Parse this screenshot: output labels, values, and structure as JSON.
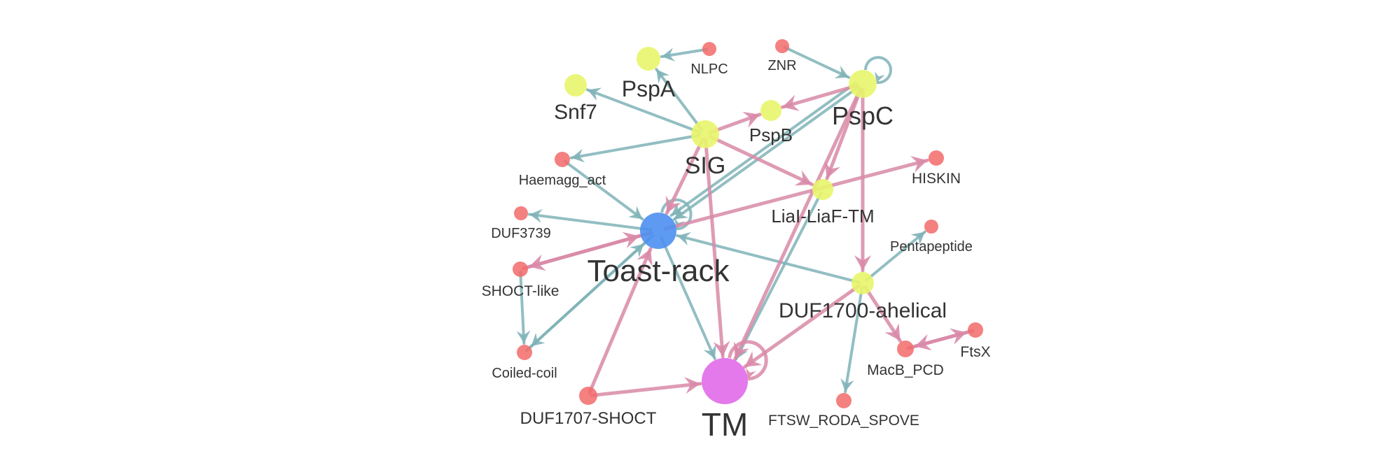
{
  "colors": {
    "teal_edge": "#7fb3b8",
    "pink_edge": "#d98aa8",
    "yellow_node": "#e8f56a",
    "red_node": "#f26a6a",
    "blue_node": "#4d8ff0",
    "magenta_node": "#e06ae8",
    "label": "#333333"
  },
  "nodes": [
    {
      "id": "TM",
      "label": "TM",
      "kind": "magenta"
    },
    {
      "id": "Toast-rack",
      "label": "Toast-rack",
      "kind": "blue"
    },
    {
      "id": "SIG",
      "label": "SIG",
      "kind": "yellow"
    },
    {
      "id": "PspC",
      "label": "PspC",
      "kind": "yellow"
    },
    {
      "id": "PspA",
      "label": "PspA",
      "kind": "yellow"
    },
    {
      "id": "PspB",
      "label": "PspB",
      "kind": "yellow"
    },
    {
      "id": "Snf7",
      "label": "Snf7",
      "kind": "yellow"
    },
    {
      "id": "LiaI-LiaF-TM",
      "label": "LiaI-LiaF-TM",
      "kind": "yellow"
    },
    {
      "id": "DUF1700-ahelical",
      "label": "DUF1700-ahelical",
      "kind": "yellow"
    },
    {
      "id": "NLPC",
      "label": "NLPC",
      "kind": "red"
    },
    {
      "id": "ZNR",
      "label": "ZNR",
      "kind": "red"
    },
    {
      "id": "HISKIN",
      "label": "HISKIN",
      "kind": "red"
    },
    {
      "id": "Haemagg_act",
      "label": "Haemagg_act",
      "kind": "red"
    },
    {
      "id": "DUF3739",
      "label": "DUF3739",
      "kind": "red"
    },
    {
      "id": "SHOCT-like",
      "label": "SHOCT-like",
      "kind": "red"
    },
    {
      "id": "Coiled-coil",
      "label": "Coiled-coil",
      "kind": "red"
    },
    {
      "id": "DUF1707-SHOCT",
      "label": "DUF1707-SHOCT",
      "kind": "red"
    },
    {
      "id": "Pentapeptide",
      "label": "Pentapeptide",
      "kind": "red"
    },
    {
      "id": "MacB_PCD",
      "label": "MacB_PCD",
      "kind": "red"
    },
    {
      "id": "FtsX",
      "label": "FtsX",
      "kind": "red"
    },
    {
      "id": "FTSW_RODA_SPOVE",
      "label": "FTSW_RODA_SPOVE",
      "kind": "red"
    }
  ],
  "edges": [
    {
      "from": "NLPC",
      "to": "PspA",
      "color": "teal"
    },
    {
      "from": "SIG",
      "to": "PspA",
      "color": "teal"
    },
    {
      "from": "SIG",
      "to": "Snf7",
      "color": "teal"
    },
    {
      "from": "SIG",
      "to": "Haemagg_act",
      "color": "teal"
    },
    {
      "from": "ZNR",
      "to": "PspC",
      "color": "teal"
    },
    {
      "from": "PspC",
      "to": "PspC",
      "color": "teal",
      "loop": true
    },
    {
      "from": "PspC",
      "to": "Toast-rack",
      "color": "teal"
    },
    {
      "from": "PspC",
      "to": "Toast-rack",
      "color": "teal",
      "variant": 2
    },
    {
      "from": "Haemagg_act",
      "to": "Toast-rack",
      "color": "teal"
    },
    {
      "from": "Toast-rack",
      "to": "DUF3739",
      "color": "teal"
    },
    {
      "from": "Toast-rack",
      "to": "Toast-rack",
      "color": "teal",
      "loop": true
    },
    {
      "from": "DUF1700-ahelical",
      "to": "Toast-rack",
      "color": "teal"
    },
    {
      "from": "DUF1700-ahelical",
      "to": "Pentapeptide",
      "color": "teal"
    },
    {
      "from": "DUF1700-ahelical",
      "to": "FTSW_RODA_SPOVE",
      "color": "teal"
    },
    {
      "from": "SHOCT-like",
      "to": "Coiled-coil",
      "color": "teal"
    },
    {
      "from": "Coiled-coil",
      "to": "Toast-rack",
      "color": "teal"
    },
    {
      "from": "Toast-rack",
      "to": "Coiled-coil",
      "color": "teal"
    },
    {
      "from": "Toast-rack",
      "to": "TM",
      "color": "teal"
    },
    {
      "from": "LiaI-LiaF-TM",
      "to": "TM",
      "color": "teal"
    },
    {
      "from": "SIG",
      "to": "PspB",
      "color": "pink"
    },
    {
      "from": "PspC",
      "to": "PspB",
      "color": "pink"
    },
    {
      "from": "SIG",
      "to": "LiaI-LiaF-TM",
      "color": "pink"
    },
    {
      "from": "SIG",
      "to": "Toast-rack",
      "color": "pink"
    },
    {
      "from": "SIG",
      "to": "TM",
      "color": "pink"
    },
    {
      "from": "PspC",
      "to": "LiaI-LiaF-TM",
      "color": "pink"
    },
    {
      "from": "PspC",
      "to": "TM",
      "color": "pink"
    },
    {
      "from": "PspC",
      "to": "DUF1700-ahelical",
      "color": "pink"
    },
    {
      "from": "Toast-rack",
      "to": "HISKIN",
      "color": "pink"
    },
    {
      "from": "Toast-rack",
      "to": "SHOCT-like",
      "color": "pink"
    },
    {
      "from": "SHOCT-like",
      "to": "Toast-rack",
      "color": "pink"
    },
    {
      "from": "DUF1707-SHOCT",
      "to": "Toast-rack",
      "color": "pink"
    },
    {
      "from": "DUF1707-SHOCT",
      "to": "TM",
      "color": "pink"
    },
    {
      "from": "DUF1700-ahelical",
      "to": "TM",
      "color": "pink"
    },
    {
      "from": "DUF1700-ahelical",
      "to": "MacB_PCD",
      "color": "pink"
    },
    {
      "from": "MacB_PCD",
      "to": "FtsX",
      "color": "pink"
    },
    {
      "from": "FtsX",
      "to": "MacB_PCD",
      "color": "pink"
    },
    {
      "from": "TM",
      "to": "TM",
      "color": "pink",
      "loop": true
    }
  ]
}
